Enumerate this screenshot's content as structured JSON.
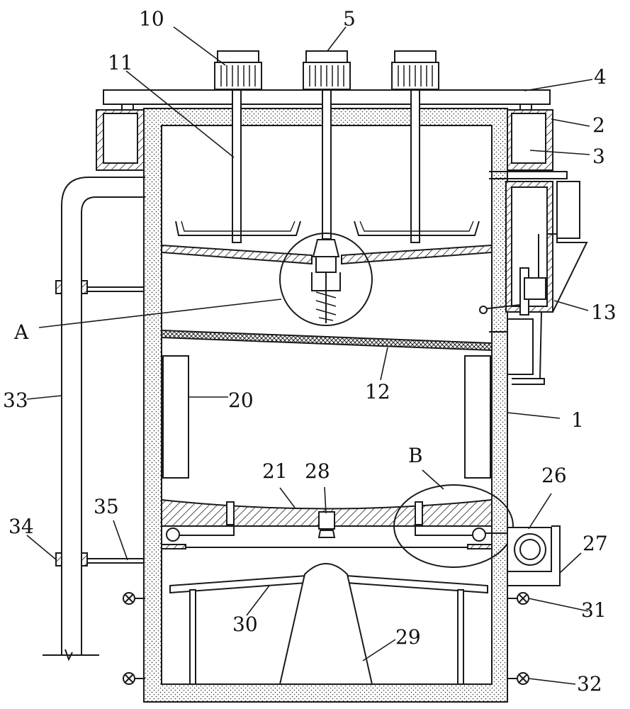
{
  "labels": {
    "l10": "10",
    "l5": "5",
    "l4": "4",
    "l11": "11",
    "l2": "2",
    "l3": "3",
    "lA": "A",
    "l13": "13",
    "l12": "12",
    "l33": "33",
    "l20": "20",
    "l1": "1",
    "l21": "21",
    "l28": "28",
    "lB": "B",
    "l26": "26",
    "l35": "35",
    "l34": "34",
    "l27": "27",
    "l30": "30",
    "l31": "31",
    "l29": "29",
    "l32": "32"
  },
  "colors": {
    "line": "#1a1a1a",
    "fill": "#ffffff"
  }
}
